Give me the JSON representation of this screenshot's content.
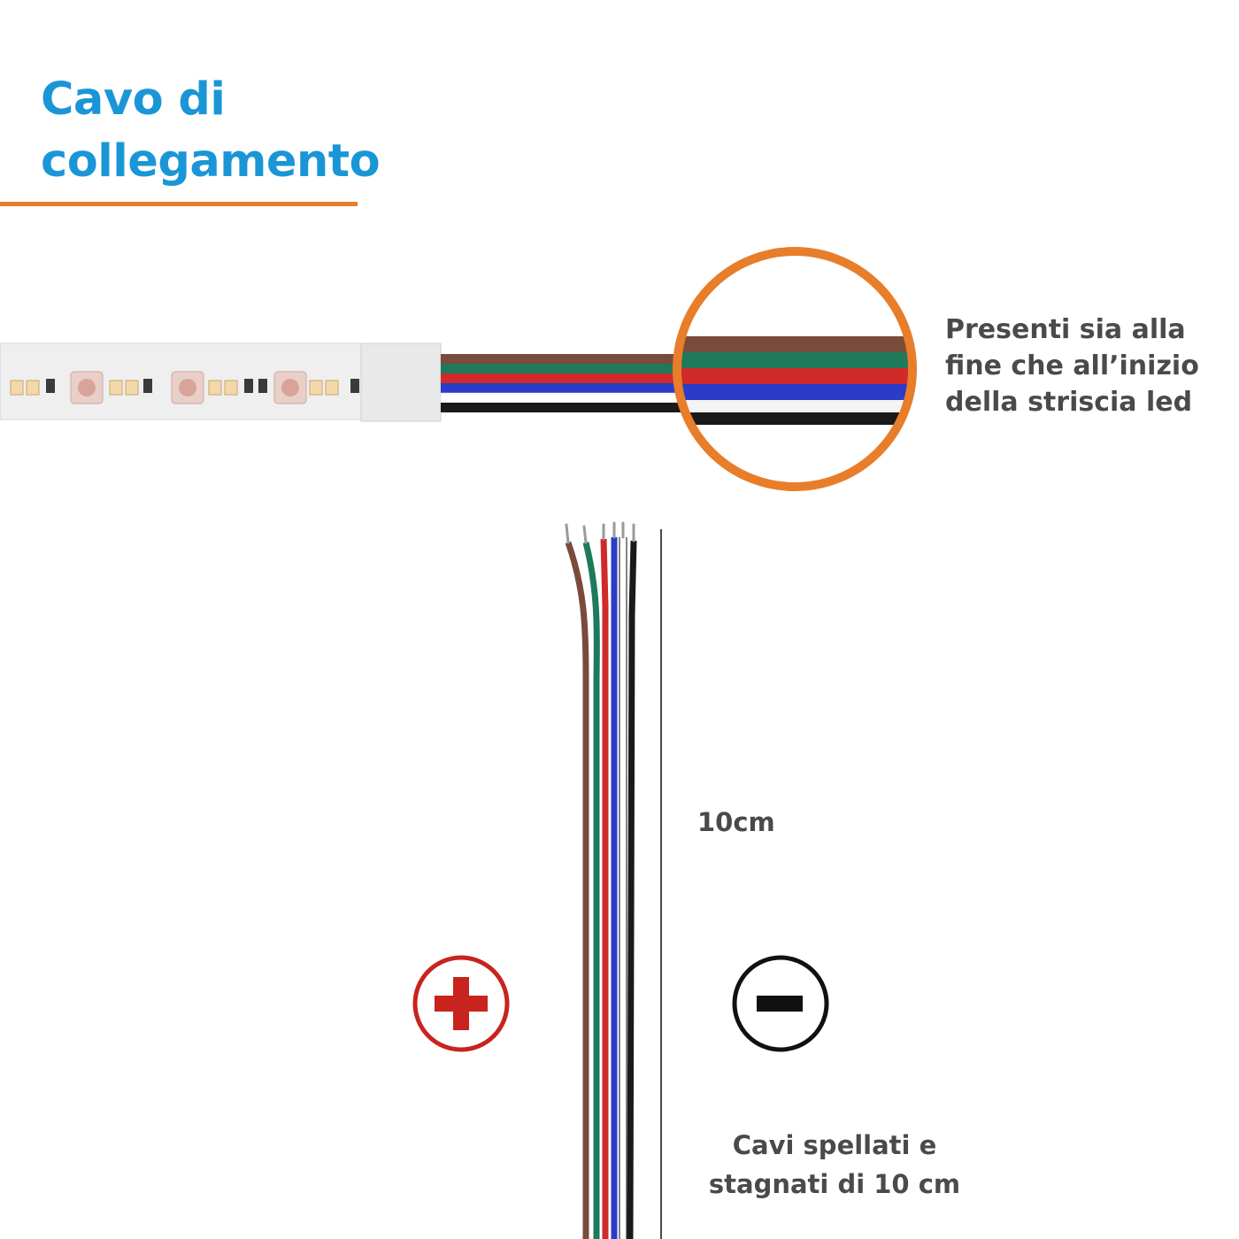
{
  "header": {
    "title_line1": "Cavo di",
    "title_line2": "collegamento"
  },
  "note": {
    "line1": "Presenti sia alla",
    "line2": "fine che all’inizio",
    "line3": "della striscia led"
  },
  "measure": {
    "label": "10cm"
  },
  "caption": {
    "line1": "Cavi spellati e",
    "line2": "stagnati di 10 cm"
  },
  "icons": {
    "plus": "plus-circle-icon",
    "minus": "minus-circle-icon"
  },
  "colors": {
    "title": "#1a96d6",
    "accent": "#e87d2a",
    "text": "#4a4a4a",
    "plus": "#c8231d",
    "minus": "#111111",
    "wires": [
      "#7a4a3a",
      "#1e7a5a",
      "#d02a2a",
      "#2a3cc8",
      "#ffffff",
      "#1a1a1a"
    ]
  }
}
